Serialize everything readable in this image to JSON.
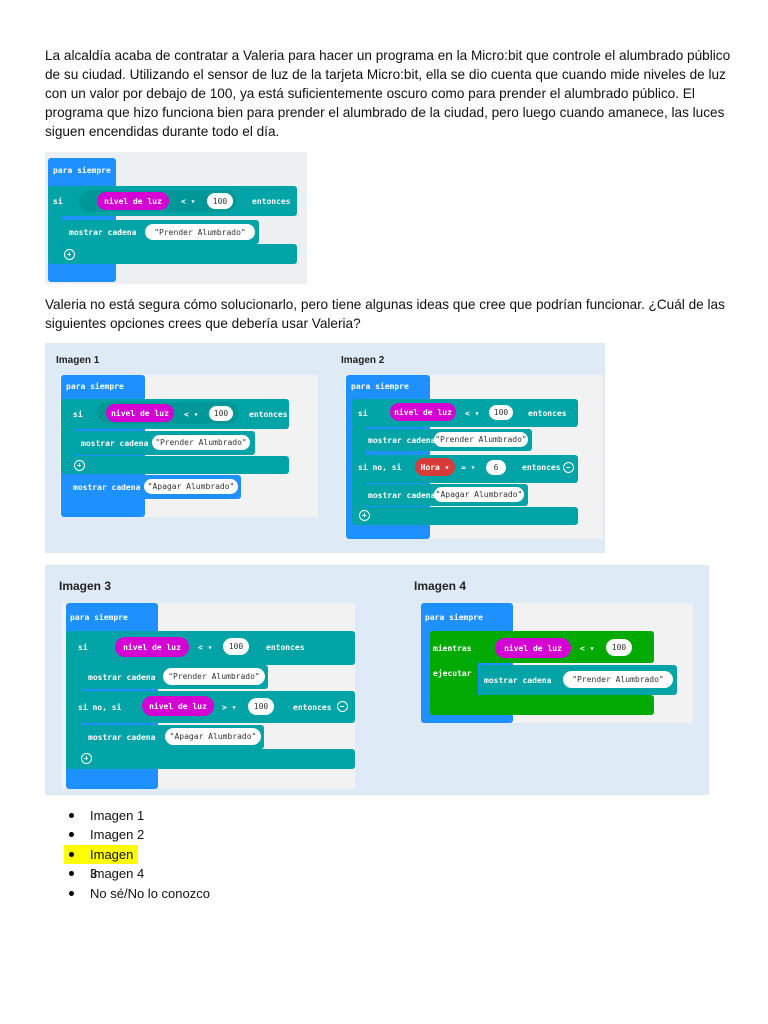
{
  "intro": "La alcaldía acaba de contratar a Valeria para hacer un programa en la Micro:bit que controle el alumbrado público de su ciudad. Utilizando el sensor de luz de la tarjeta Micro:bit, ella se dio cuenta que cuando mide niveles de luz con un valor por debajo de 100, ya está suficientemente oscuro como para prender el alumbrado público. El programa que hizo funciona bien para prender el alumbrado de la ciudad, pero luego cuando amanece, las luces siguen encendidas durante todo el día.",
  "question": "Valeria no está segura cómo solucionarlo, pero tiene algunas ideas que cree que podrían funcionar. ¿Cuál de las siguientes opciones crees que debería usar Valeria?",
  "code": {
    "forever": "para siempre",
    "if": "si",
    "else_if": "si no, si",
    "then": "entonces",
    "while": "mientras",
    "do": "ejecutar",
    "light_level": "nivel de luz",
    "lt_op": "< ▾",
    "gt_op": "> ▾",
    "eq_op": "= ▾",
    "value_100": "100",
    "value_6": "6",
    "hour": "Hora ▾",
    "show_string": "mostrar cadena",
    "turn_on": "\"Prender Alumbrado\"",
    "turn_off": "\"Apagar Alumbrado\""
  },
  "images": {
    "img1": "Imagen 1",
    "img2": "Imagen 2",
    "img3": "Imagen 3",
    "img4": "Imagen 4"
  },
  "options": [
    "Imagen 1",
    "Imagen 2",
    "Imagen 3",
    "Imagen 4",
    "No sé/No lo conozco"
  ],
  "colors": {
    "loops_blue": "#1e90ff",
    "logic_teal": "#00a4a6",
    "input_magenta": "#d400d4",
    "text_teal": "#00a4a6",
    "while_green": "#00aa00",
    "hour_red": "#d93a3a",
    "highlight": "#ffff00"
  }
}
